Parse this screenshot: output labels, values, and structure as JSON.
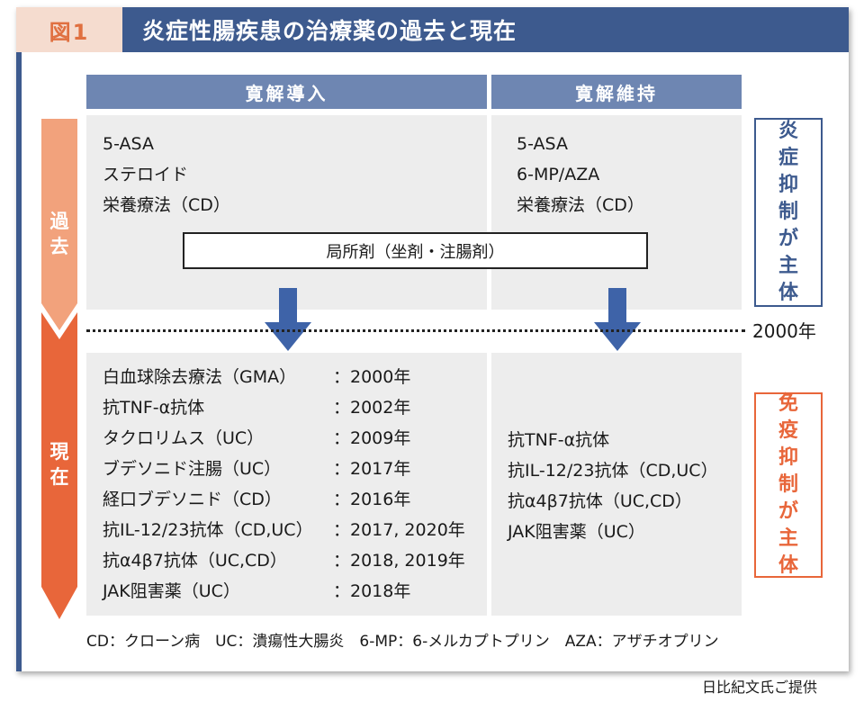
{
  "header": {
    "figure_label": "図1",
    "title": "炎症性腸疾患の治療薬の過去と現在"
  },
  "columns": {
    "induction": "寛解導入",
    "maintenance": "寛解維持"
  },
  "timeline": {
    "past": "過去",
    "present": "現在",
    "divider_year": "2000年"
  },
  "past": {
    "induction": [
      "5-ASA",
      "ステロイド",
      "栄養療法（CD）"
    ],
    "maintenance": [
      "5-ASA",
      "6-MP/AZA",
      "栄養療法（CD）"
    ],
    "local_agent": "局所剤（坐剤・注腸剤）"
  },
  "present": {
    "induction": [
      {
        "drug": "白血球除去療法（GMA）",
        "year": "：2000年"
      },
      {
        "drug": "抗TNF-α抗体",
        "year": "：2002年"
      },
      {
        "drug": "タクロリムス（UC）",
        "year": "：2009年"
      },
      {
        "drug": "ブデソニド注腸（UC）",
        "year": "：2017年"
      },
      {
        "drug": "経口ブデソニド（CD）",
        "year": "：2016年"
      },
      {
        "drug": "抗IL-12/23抗体（CD,UC）",
        "year": "：2017, 2020年"
      },
      {
        "drug": "抗α4β7抗体（UC,CD）",
        "year": "：2018, 2019年"
      },
      {
        "drug": "JAK阻害薬（UC）",
        "year": "：2018年"
      }
    ],
    "maintenance": [
      "抗TNF-α抗体",
      "抗IL-12/23抗体（CD,UC）",
      "抗α4β7抗体（UC,CD）",
      "JAK阻害薬（UC）"
    ]
  },
  "side_labels": {
    "past": "炎症抑制が主体",
    "present": "免疫抑制が主体"
  },
  "footnote": "CD：クローン病　UC：潰瘍性大腸炎　6-MP：6-メルカプトプリン　AZA：アザチオプリン",
  "credit": "日比紀文氏ご提供",
  "colors": {
    "navy": "#3d5a8e",
    "header_blue": "#6e86b2",
    "orange": "#e8663a",
    "light_orange": "#f2a27c",
    "arrow_blue": "#3e63a8"
  }
}
